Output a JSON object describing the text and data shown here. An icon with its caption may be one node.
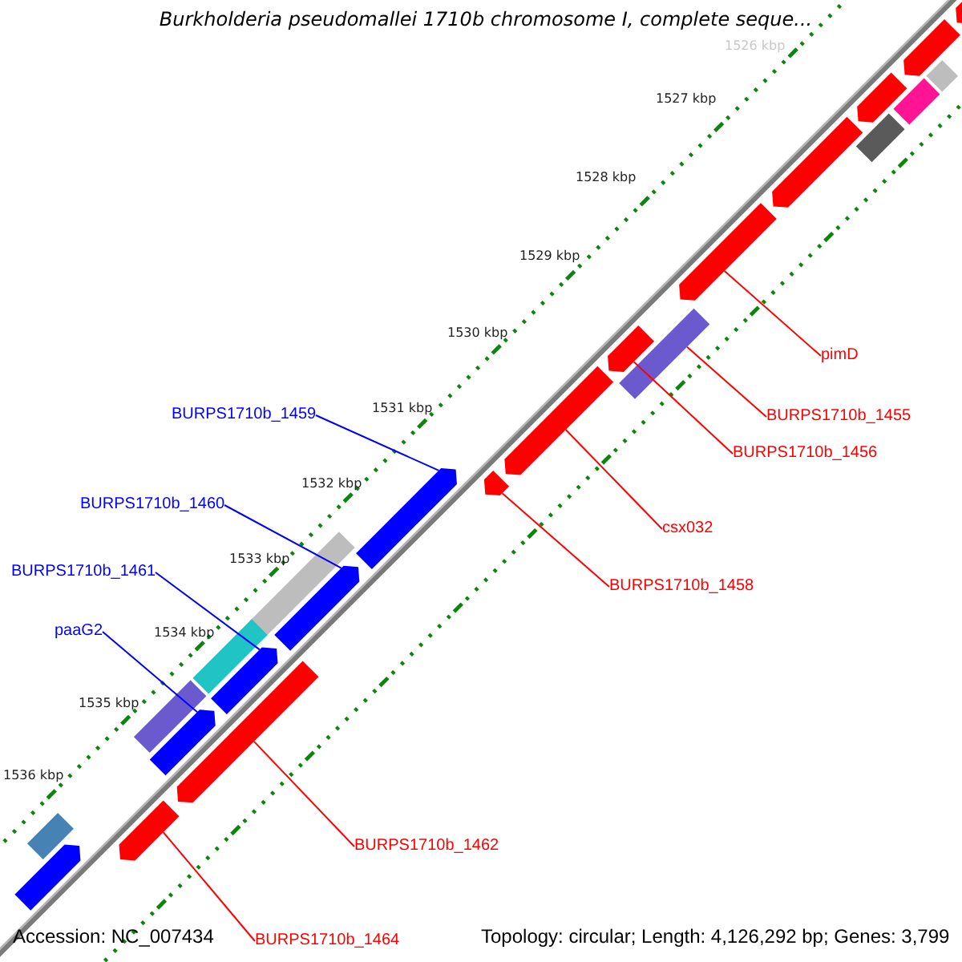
{
  "diagram": {
    "title": "Burkholderia pseudomallei 1710b chromosome I, complete seque...",
    "nodes": [
      {
        "text": [
          "pimD"
        ]
      },
      {
        "text": [
          "BURPS1710b_1459"
        ]
      },
      {
        "text": [
          "BURPS1710b_1455"
        ]
      },
      {
        "text": [
          "BURPS1710b_1456"
        ]
      },
      {
        "text": [
          "BURPS1710b_1460"
        ]
      },
      {
        "text": [
          "csx032"
        ]
      },
      {
        "text": [
          "BURPS1710b_1461"
        ]
      },
      {
        "text": [
          "BURPS1710b_1458"
        ]
      },
      {
        "text": [
          "paaG2"
        ]
      },
      {
        "text": [
          "BURPS1710b_1462"
        ]
      },
      {
        "text": [
          "BURPS1710b_1464"
        ]
      },
      {
        "text": [],
        "shape": "arrow"
      },
      {
        "text": [],
        "shape": "bar"
      },
      {
        "text": [],
        "shape": "arrow"
      },
      {
        "text": [],
        "shape": "arrow"
      },
      {
        "text": [],
        "shape": "arrow"
      },
      {
        "text": [],
        "shape": "arrow"
      },
      {
        "text": [],
        "shape": "arrow"
      },
      {
        "text": [],
        "shape": "arrow"
      },
      {
        "text": [],
        "shape": "arrow"
      },
      {
        "text": [],
        "shape": "arrow"
      },
      {
        "text": [],
        "shape": "arrow"
      },
      {
        "text": [],
        "shape": "arrow"
      },
      {
        "text": [],
        "shape": "bar"
      },
      {
        "text": [],
        "shape": "bar"
      },
      {
        "text": [],
        "shape": "arrow"
      },
      {
        "text": [],
        "shape": "bar"
      },
      {
        "text": [],
        "shape": "arrow"
      },
      {
        "text": [],
        "shape": "arrow"
      },
      {
        "text": [],
        "shape": "bar"
      },
      {
        "text": [],
        "shape": "bar"
      },
      {
        "text": [],
        "shape": "bar"
      },
      {
        "text": [],
        "shape": "bar"
      },
      {
        "text": [],
        "shape": "arrow"
      }
    ],
    "edges": [
      {
        "from": 0,
        "to": 11,
        "arrow": "none"
      },
      {
        "from": 1,
        "to": 15,
        "arrow": "none",
        "color": "#0000ff"
      },
      {
        "from": 2,
        "to": 12,
        "arrow": "none"
      },
      {
        "from": 3,
        "to": 13,
        "arrow": "none"
      },
      {
        "from": 4,
        "to": 17,
        "arrow": "none",
        "color": "#0000ff"
      },
      {
        "from": 5,
        "to": 14,
        "arrow": "none"
      },
      {
        "from": 6,
        "to": 18,
        "arrow": "none",
        "color": "#0000ff"
      },
      {
        "from": 7,
        "to": 16,
        "arrow": "none"
      },
      {
        "from": 8,
        "to": 19,
        "arrow": "none",
        "color": "#0000ff"
      },
      {
        "from": 9,
        "to": 20,
        "arrow": "none"
      },
      {
        "from": 10,
        "to": 21,
        "arrow": "none"
      }
    ],
    "labels": [
      "1526 kbp",
      "1527 kbp",
      "1528 kbp",
      "1529 kbp",
      "1530 kbp",
      "1531 kbp",
      "1532 kbp",
      "1533 kbp",
      "1534 kbp",
      "1535 kbp",
      "1536 kbp",
      "Accession: NC_007434",
      "Topology: circular; Length: 4,126,292 bp; Genes: 3,799"
    ]
  }
}
